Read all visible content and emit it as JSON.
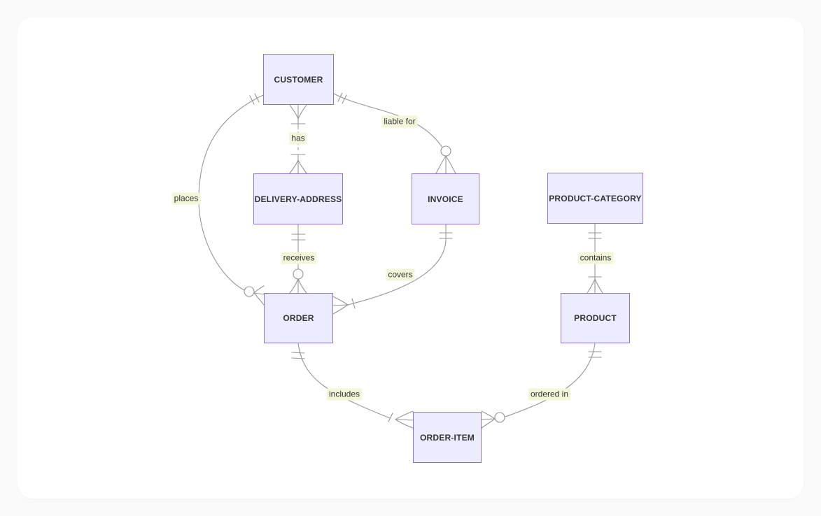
{
  "diagram": {
    "type": "entity-relationship-diagram",
    "entities": [
      {
        "id": "customer",
        "label": "CUSTOMER"
      },
      {
        "id": "delivery-address",
        "label": "DELIVERY-ADDRESS"
      },
      {
        "id": "invoice",
        "label": "INVOICE"
      },
      {
        "id": "product-category",
        "label": "PRODUCT-CATEGORY"
      },
      {
        "id": "order",
        "label": "ORDER"
      },
      {
        "id": "product",
        "label": "PRODUCT"
      },
      {
        "id": "order-item",
        "label": "ORDER-ITEM"
      }
    ],
    "relationships": [
      {
        "from": "CUSTOMER",
        "to": "DELIVERY-ADDRESS",
        "label": "has",
        "from_cardinality": "one-or-many",
        "to_cardinality": "one-or-many",
        "line": "dashed"
      },
      {
        "from": "CUSTOMER",
        "to": "INVOICE",
        "label": "liable for",
        "from_cardinality": "exactly-one",
        "to_cardinality": "zero-or-many",
        "line": "solid"
      },
      {
        "from": "CUSTOMER",
        "to": "ORDER",
        "label": "places",
        "from_cardinality": "exactly-one",
        "to_cardinality": "zero-or-many",
        "line": "solid"
      },
      {
        "from": "DELIVERY-ADDRESS",
        "to": "ORDER",
        "label": "receives",
        "from_cardinality": "exactly-one",
        "to_cardinality": "zero-or-many",
        "line": "solid"
      },
      {
        "from": "INVOICE",
        "to": "ORDER",
        "label": "covers",
        "from_cardinality": "exactly-one",
        "to_cardinality": "one-or-many",
        "line": "solid"
      },
      {
        "from": "PRODUCT-CATEGORY",
        "to": "PRODUCT",
        "label": "contains",
        "from_cardinality": "exactly-one",
        "to_cardinality": "one-or-many",
        "line": "solid"
      },
      {
        "from": "ORDER",
        "to": "ORDER-ITEM",
        "label": "includes",
        "from_cardinality": "exactly-one",
        "to_cardinality": "one-or-many",
        "line": "solid"
      },
      {
        "from": "PRODUCT",
        "to": "ORDER-ITEM",
        "label": "ordered in",
        "from_cardinality": "exactly-one",
        "to_cardinality": "zero-or-many",
        "line": "solid"
      }
    ],
    "colors": {
      "entity_fill": "#ECECFF",
      "entity_border": "#9370DB",
      "edge": "#969696",
      "edge_label_background": "#f4f6da",
      "text": "#333333",
      "canvas": "#ffffff",
      "page_background": "#fafafa"
    }
  }
}
